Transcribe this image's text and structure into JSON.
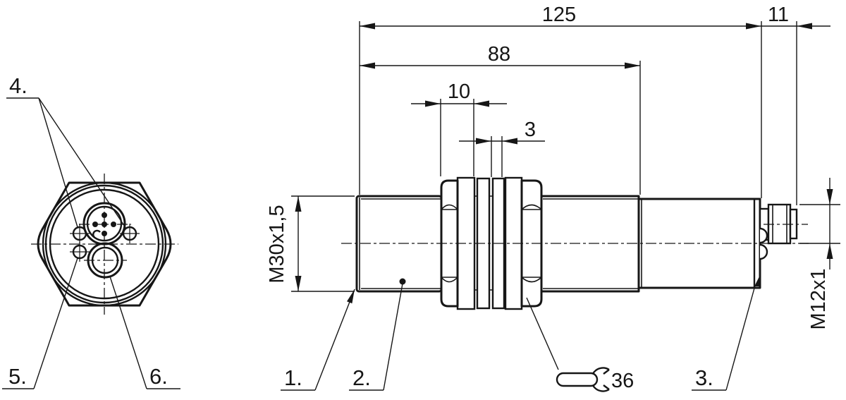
{
  "drawing": {
    "dimensions": {
      "overall_length": "125",
      "thread_section_length": "88",
      "lock_nut_width": "10",
      "washer_thickness": "3",
      "connector_length": "11",
      "front_thread": "M30x1,5",
      "connector_thread": "M12x1",
      "wrench_size": "36"
    },
    "callouts": {
      "c1": "1.",
      "c2": "2.",
      "c3": "3.",
      "c4": "4.",
      "c5": "5.",
      "c6": "6."
    },
    "colors": {
      "line": "#161616",
      "background": "#ffffff"
    }
  }
}
